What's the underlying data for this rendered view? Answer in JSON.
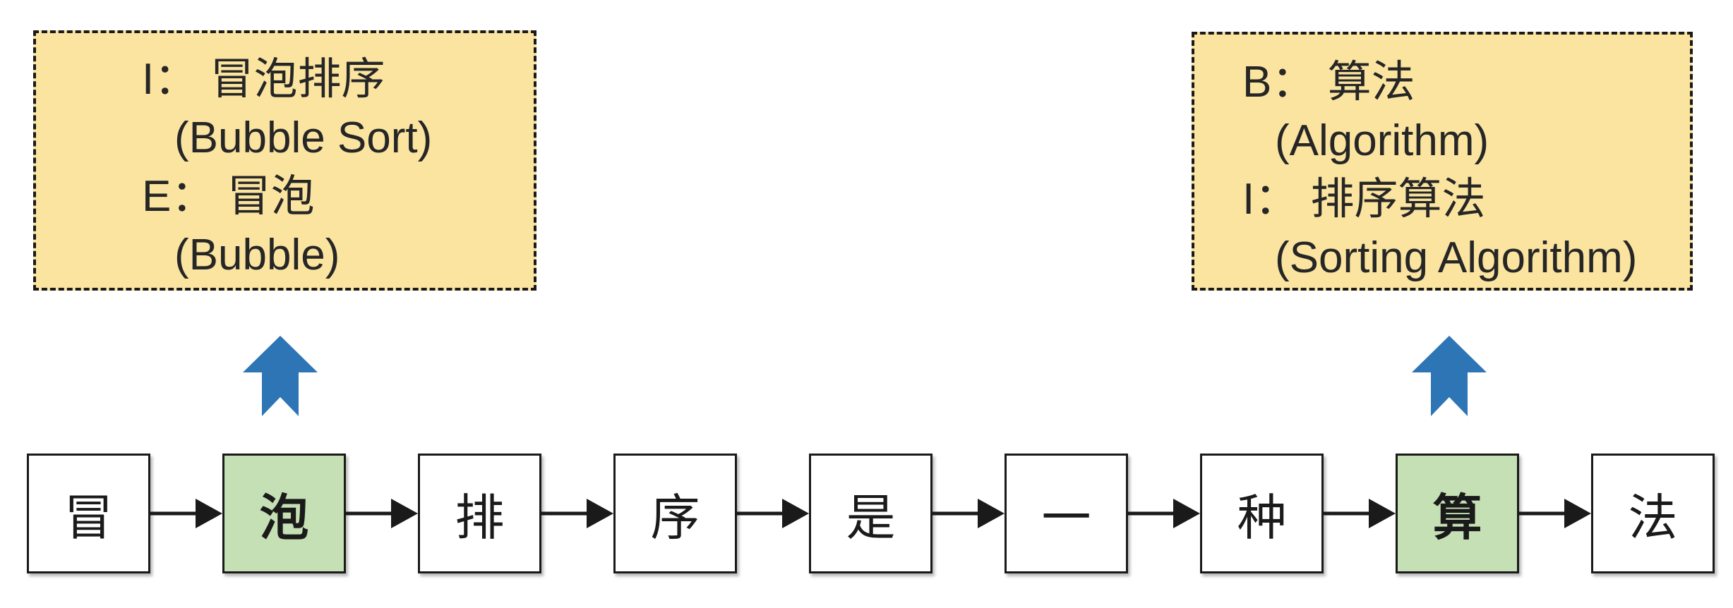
{
  "colors": {
    "callout-bg": "#FBE4A0",
    "highlight-bg": "#C5E0B4",
    "arrow-blue": "#2E75B6",
    "ink": "#1A1A1A",
    "box-bg": "#FFFFFF",
    "text-ink": "#262626"
  },
  "callouts": {
    "left": {
      "lines": [
        "I： 冒泡排序",
        "(Bubble Sort)",
        "E： 冒泡",
        "(Bubble)"
      ]
    },
    "right": {
      "lines": [
        "B： 算法",
        "(Algorithm)",
        "I： 排序算法",
        "(Sorting Algorithm)"
      ]
    }
  },
  "sentence": {
    "tokens": [
      {
        "char": "冒",
        "highlighted": false
      },
      {
        "char": "泡",
        "highlighted": true
      },
      {
        "char": "排",
        "highlighted": false
      },
      {
        "char": "序",
        "highlighted": false
      },
      {
        "char": "是",
        "highlighted": false
      },
      {
        "char": "一",
        "highlighted": false
      },
      {
        "char": "种",
        "highlighted": false
      },
      {
        "char": "算",
        "highlighted": true
      },
      {
        "char": "法",
        "highlighted": false
      }
    ]
  }
}
